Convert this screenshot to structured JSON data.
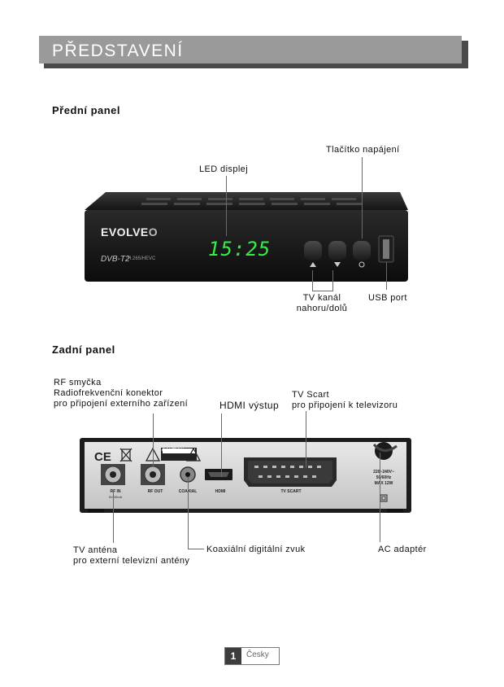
{
  "header": {
    "title": "PŘEDSTAVENÍ"
  },
  "front": {
    "title": "Přední panel",
    "labels": {
      "led": "LED displej",
      "power": "Tlačítko napájení",
      "tv_channel_l1": "TV kanál",
      "tv_channel_l2": "nahoru/dolů",
      "usb": "USB port"
    },
    "device": {
      "brand": "EVOLVE",
      "brand_suffix": "O",
      "model": "DVB-T2",
      "codec": "H.265/HEVC",
      "display": "15:25",
      "display_color": "#33ee44"
    }
  },
  "back": {
    "title": "Zadní panel",
    "labels": {
      "rf_l1": "RF smyčka",
      "rf_l2": "Radiofrekvenční konektor",
      "rf_l3": "pro připojení externího zařízení",
      "hdmi": "HDMI výstup",
      "scart_l1": "TV Scart",
      "scart_l2": "pro připojení k televizoru",
      "antenna_l1": "TV anténa",
      "antenna_l2": "pro externí televizní antény",
      "coax": "Koaxiální digitální zvuk",
      "ac": "AC adaptér"
    },
    "device": {
      "caution": "CAUTION",
      "rf_in": "RF IN",
      "rf_in_sub": "5V/30mA",
      "rf_out": "RF OUT",
      "coaxial": "COAXIAL",
      "hdmi": "HDMI",
      "tv_scart": "TV SCART",
      "power_l1": "220~240V~",
      "power_l2": "50/60Hz",
      "power_l3": "MAX 12W"
    }
  },
  "footer": {
    "page": "1",
    "language": "Česky"
  }
}
